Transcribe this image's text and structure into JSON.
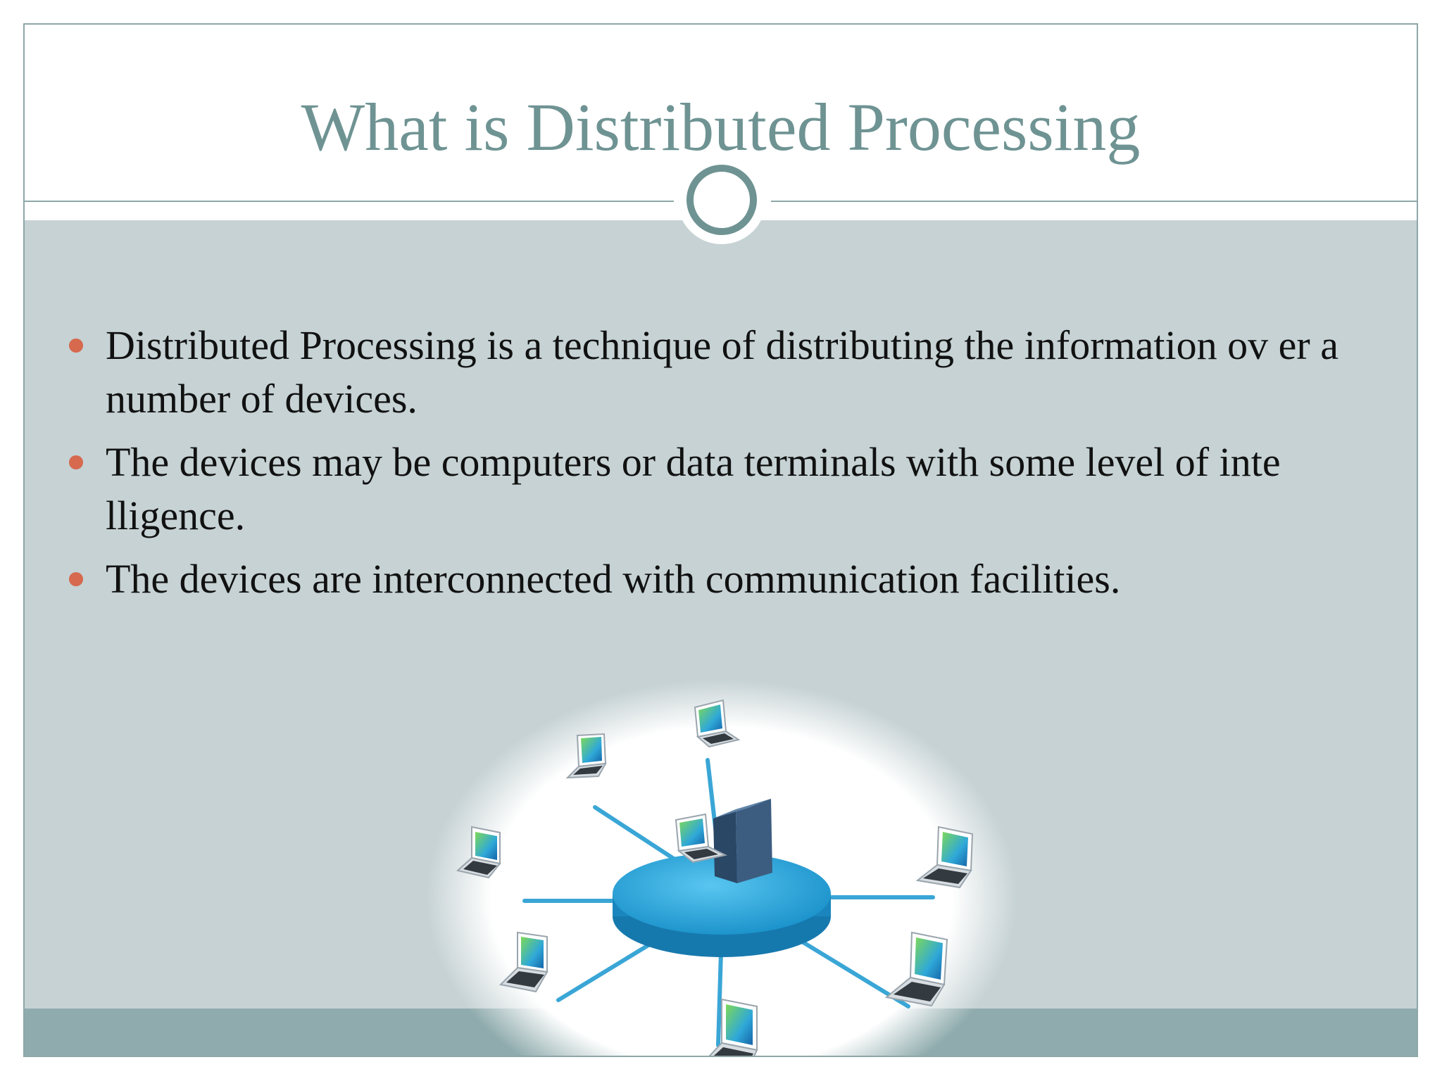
{
  "slide": {
    "title": "What is Distributed Processing",
    "bullets": [
      "Distributed Processing is a technique of distributing the information ov er a number of devices.",
      "The devices may be computers or data terminals with some level of inte lligence.",
      "The devices are interconnected with communication facilities."
    ]
  },
  "colors": {
    "title": "#6f9393",
    "panel": "#c6d2d4",
    "footer": "#8fabad",
    "bullet": "#d6694e",
    "hub": "#2ba8de",
    "server": "#3c5d80"
  },
  "figure": {
    "icon": "network-diagram-icon",
    "laptops": 8
  }
}
